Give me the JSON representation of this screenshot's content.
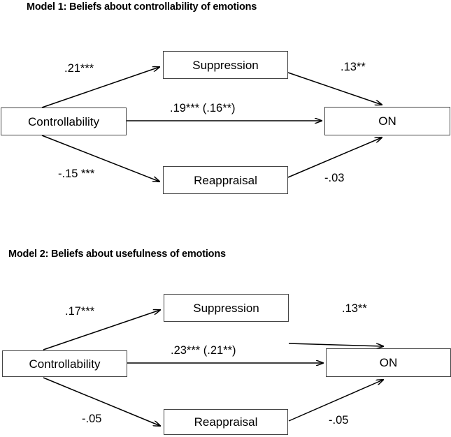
{
  "models": [
    {
      "id": "model-1",
      "title": "Model 1: Beliefs about controllability of emotions",
      "nodes": {
        "predictor": "Controllability",
        "mediator_top": "Suppression",
        "mediator_bottom": "Reappraisal",
        "outcome": "ON"
      },
      "paths": {
        "a_top": ".21***",
        "b_top": ".13**",
        "direct": ".19*** (.16**)",
        "a_bottom": "-.15 ***",
        "b_bottom": "-.03"
      }
    },
    {
      "id": "model-2",
      "title": "Model 2: Beliefs about usefulness of emotions",
      "nodes": {
        "predictor": "Controllability",
        "mediator_top": "Suppression",
        "mediator_bottom": "Reappraisal",
        "outcome": "ON"
      },
      "paths": {
        "a_top": ".17***",
        "b_top": ".13**",
        "direct": ".23*** (.21**)",
        "a_bottom": "-.05",
        "b_bottom": "-.05"
      }
    }
  ],
  "chart_data": {
    "type": "diagram",
    "title": "Mediation models: beliefs about emotions predicting ON via emotion regulation strategies",
    "diagram_kind": "path-analysis / mediation",
    "models": [
      {
        "name": "Model 1: Beliefs about controllability of emotions",
        "nodes": [
          "Controllability",
          "Suppression",
          "Reappraisal",
          "ON"
        ],
        "edges": [
          {
            "from": "Controllability",
            "to": "Suppression",
            "label": ".21***",
            "value": 0.21,
            "significance": "***"
          },
          {
            "from": "Suppression",
            "to": "ON",
            "label": ".13**",
            "value": 0.13,
            "significance": "**"
          },
          {
            "from": "Controllability",
            "to": "ON",
            "label": ".19*** (.16**)",
            "total_effect": 0.19,
            "direct_effect": 0.16,
            "significance": "***"
          },
          {
            "from": "Controllability",
            "to": "Reappraisal",
            "label": "-.15 ***",
            "value": -0.15,
            "significance": "***"
          },
          {
            "from": "Reappraisal",
            "to": "ON",
            "label": "-.03",
            "value": -0.03,
            "significance": ""
          }
        ]
      },
      {
        "name": "Model 2: Beliefs about usefulness of emotions",
        "nodes": [
          "Controllability",
          "Suppression",
          "Reappraisal",
          "ON"
        ],
        "edges": [
          {
            "from": "Controllability",
            "to": "Suppression",
            "label": ".17***",
            "value": 0.17,
            "significance": "***"
          },
          {
            "from": "Suppression",
            "to": "ON",
            "label": ".13**",
            "value": 0.13,
            "significance": "**"
          },
          {
            "from": "Controllability",
            "to": "ON",
            "label": ".23*** (.21**)",
            "total_effect": 0.23,
            "direct_effect": 0.21,
            "significance": "***"
          },
          {
            "from": "Controllability",
            "to": "Reappraisal",
            "label": "-.05",
            "value": -0.05,
            "significance": ""
          },
          {
            "from": "Reappraisal",
            "to": "ON",
            "label": "-.05",
            "value": -0.05,
            "significance": ""
          }
        ]
      }
    ],
    "colors": {
      "stroke": "#000000",
      "node_border": "#444444",
      "background": "#ffffff",
      "text": "#000000"
    }
  }
}
